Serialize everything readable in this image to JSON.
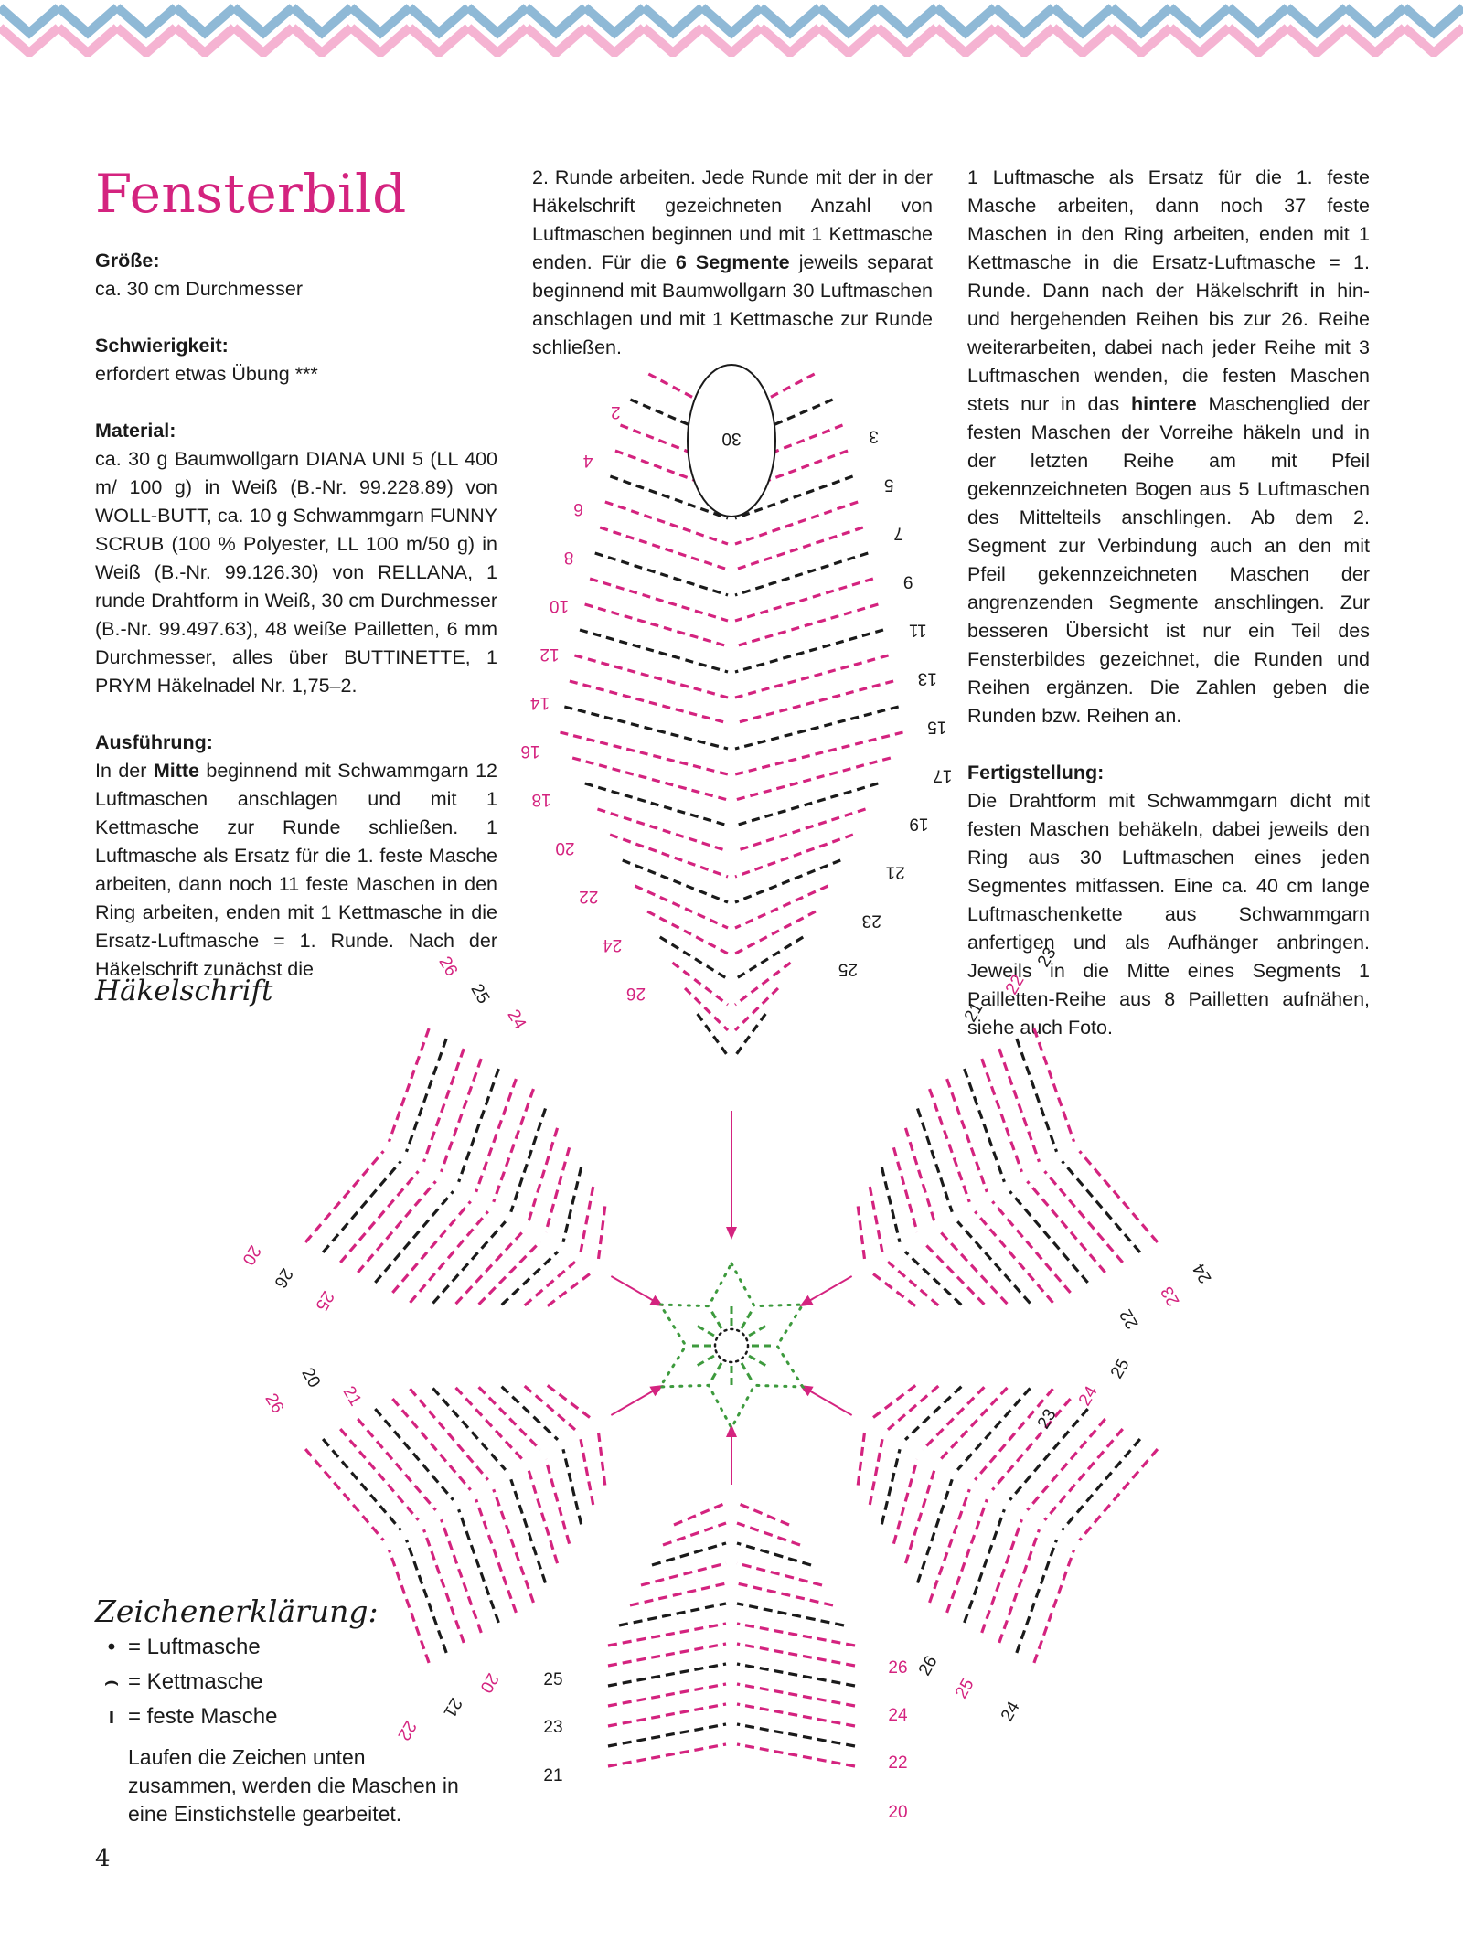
{
  "colors": {
    "accent": "#d4237f",
    "zig_pink": "#f5b3d2",
    "zig_blue": "#8fb9d6",
    "ink": "#1a1a1a",
    "green": "#3d9a3d"
  },
  "title": "Fensterbild",
  "col1": {
    "size_heading": "Größe:",
    "size_value": "ca. 30 cm Durchmesser",
    "difficulty_heading": "Schwierigkeit:",
    "difficulty_value": "erfordert etwas Übung ***",
    "material_heading": "Material:",
    "material_text": "ca. 30 g Baumwollgarn DIANA UNI 5 (LL 400 m/ 100 g) in Weiß (B.-Nr. 99.228.89) von WOLL-BUTT, ca. 10 g Schwammgarn FUNNY SCRUB (100 % Polyester, LL 100 m/50 g) in Weiß (B.-Nr. 99.126.30) von RELLANA, 1 runde Drahtform in Weiß, 30 cm Durchmesser (B.-Nr. 99.497.63), 48 weiße Pailletten, 6 mm Durchmesser, alles über BUTTINETTE, 1 PRYM Häkelnadel Nr. 1,75–2.",
    "execution_heading": "Ausführung:",
    "execution_pre": "In der ",
    "execution_bold": "Mitte",
    "execution_post": " beginnend mit Schwammgarn 12 Luftmaschen anschlagen und mit 1 Kettmasche zur Runde schließen. 1 Luftmasche als Ersatz für die 1. feste Masche arbeiten, dann noch 11 feste Maschen in den Ring arbeiten, enden mit 1 Kettmasche in die Ersatz-Luftmasche = 1. Runde. Nach der Häkelschrift zunächst die"
  },
  "col2": {
    "text_pre": "2. Runde arbeiten. Jede Runde mit der in der Häkelschrift gezeichneten Anzahl von Luftmaschen beginnen und mit 1 Kettmasche enden. Für die ",
    "text_bold": "6 Segmente",
    "text_post": " jeweils separat beginnend mit Baumwollgarn 30 Luftmaschen anschlagen und mit 1 Kettmasche zur Runde schließen."
  },
  "col3": {
    "text_pre": "1 Luftmasche als Ersatz für die 1. feste Masche arbeiten, dann noch 37 feste Maschen in den Ring arbeiten, enden mit 1 Kettmasche in die Ersatz-Luftmasche = 1. Runde. Dann nach der Häkelschrift in hin- und hergehenden Reihen bis zur 26. Reihe weiterarbeiten, dabei nach jeder Reihe mit 3 Luftmaschen wenden, die festen Maschen stets nur in das ",
    "text_bold": "hintere",
    "text_post": " Maschenglied der festen Maschen der Vorreihe häkeln und in der letzten Reihe am mit Pfeil gekennzeichneten Bogen aus 5 Luftmaschen des Mittelteils anschlingen. Ab dem 2. Segment zur Verbindung auch an den mit Pfeil gekennzeichneten Maschen der angrenzenden Segmente anschlingen. Zur besseren Übersicht ist nur ein Teil des Fensterbildes gezeichnet, die Runden und Reihen ergänzen. Die Zahlen geben die Runden bzw. Reihen an.",
    "finishing_heading": "Fertigstellung:",
    "finishing_text": "Die Drahtform mit Schwammgarn dicht mit festen Maschen behäkeln, dabei jeweils den Ring aus 30 Luftmaschen eines jeden Segmentes mitfassen. Eine ca. 40 cm lange Luftmaschenkette aus Schwammgarn anfertigen und als Aufhänger anbringen. Jeweils in die Mitte eines Segments 1 Pailletten-Reihe aus 8 Pailletten aufnähen, siehe auch Foto."
  },
  "diagram": {
    "subtitle": "Häkelschrift",
    "ring_label": "30",
    "top_row_labels": [
      "2",
      "3",
      "4",
      "5",
      "6",
      "7",
      "8",
      "9",
      "10",
      "11",
      "12",
      "13",
      "14",
      "15",
      "16",
      "17",
      "18",
      "19",
      "20",
      "21",
      "22",
      "23",
      "24",
      "25",
      "26"
    ],
    "segment_labels": [
      "20",
      "21",
      "22",
      "23",
      "24",
      "25",
      "26"
    ],
    "bottom_labels": [
      "21",
      "23",
      "25",
      "26",
      "24",
      "22",
      "20"
    ]
  },
  "legend": {
    "title": "Zeichenerklärung:",
    "items": [
      {
        "symbol": "•",
        "label": "= Luftmasche"
      },
      {
        "symbol": "⌢",
        "label": "= Kettmasche"
      },
      {
        "symbol": "ı",
        "label": "= feste Masche"
      }
    ],
    "note": "Laufen die Zeichen unten zusammen, werden die Maschen in eine Einstichstelle gearbeitet."
  },
  "page_number": "4"
}
